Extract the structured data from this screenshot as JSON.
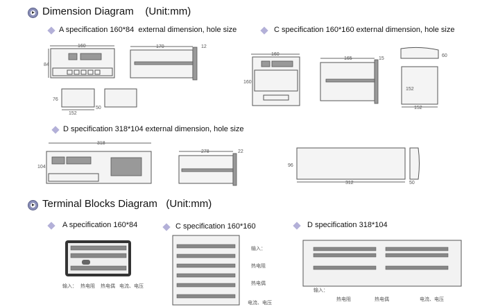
{
  "dimension": {
    "title": "Dimension Diagram",
    "unit": "(Unit:mm)",
    "a_label": "A specification 160*84  external dimension, hole size",
    "c_label": "C specification 160*160 external dimension, hole size",
    "d_label": "D specification 318*104 external dimension, hole size",
    "a_dims": {
      "width": "160",
      "height": "84",
      "depth": "170",
      "flange": "12",
      "hole_h": "76",
      "hole_w": "152",
      "gap": "50"
    },
    "c_dims": {
      "width": "160",
      "height": "160",
      "depth": "165",
      "flange": "15",
      "gap": "60",
      "hole_h": "152",
      "hole_w": "152"
    },
    "d_dims": {
      "width": "318",
      "height": "104",
      "depth": "278",
      "flange": "22",
      "hole_h": "96",
      "hole_w": "312",
      "gap": "50"
    }
  },
  "terminal": {
    "title": "Terminal Blocks Diagram",
    "unit": "(Unit:mm)",
    "a_label": "A specification 160*84",
    "c_label": "C specification 160*160",
    "d_label": "D specification 318*104",
    "legend": {
      "input": "输入：",
      "rtd": "热电阻",
      "tc": "热电偶",
      "cv": "电流、电压"
    }
  }
}
